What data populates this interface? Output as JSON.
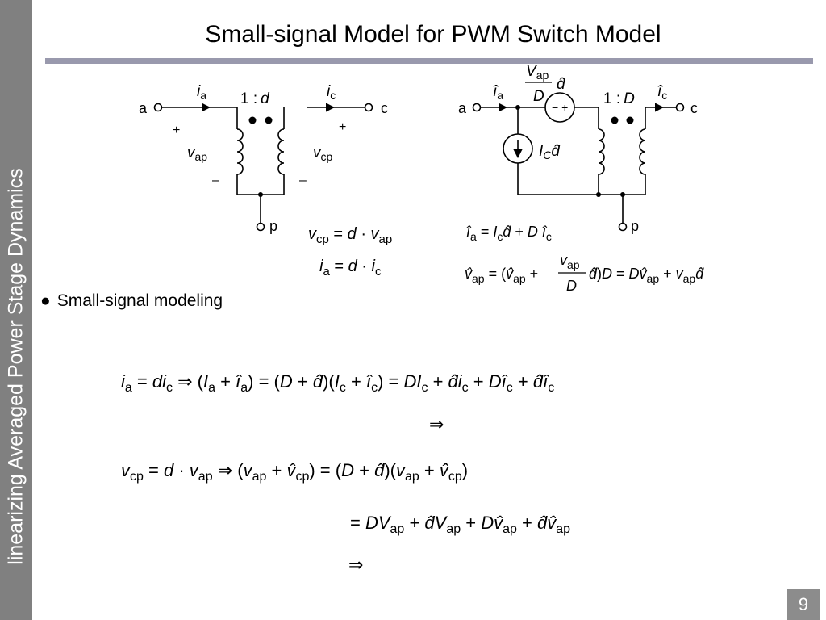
{
  "sidebar": {
    "text": "linearizing Averaged Power Stage Dynamics"
  },
  "title": "Small-signal Model for PWM Switch Model",
  "page_number": "9",
  "bullet": {
    "marker": "●",
    "text": "Small-signal modeling"
  },
  "left_circuit": {
    "terminal_a": "a",
    "terminal_c": "c",
    "terminal_p": "p",
    "current_a": "i",
    "current_a_sub": "a",
    "current_c": "i",
    "current_c_sub": "c",
    "ratio_prefix": "1 :",
    "ratio_var": "d",
    "v_ap": "v",
    "v_ap_sub": "ap",
    "v_cp": "v",
    "v_cp_sub": "cp",
    "plus": "+",
    "minus": "–"
  },
  "right_circuit": {
    "terminal_a": "a",
    "terminal_c": "c",
    "terminal_p": "p",
    "ratio_prefix": "1 :",
    "ratio_var": "D",
    "source_frac_num": "V",
    "source_frac_num_sub": "ap",
    "source_frac_den": "D",
    "source_d": "d",
    "source_signs": "−  +",
    "current_source_I": "I",
    "current_source_sub": "C",
    "current_source_d": "d"
  },
  "equations": {
    "vcp": "v_cp = d · v_ap",
    "ia": "i_a = d · i_c",
    "ia_small": "î_a = I_c d̂ + D î_c",
    "vap_small": "v̂_ap = (v̂_ap + (v_ap/D) d̂) D = D v̂_ap + v_ap d̂",
    "line1": "i_a = d i_c ⇒ (I_a + î_a) = (D + d̂)(I_c + î_c) = D I_c + d̂ i_c + D î_c + d̂ î_c",
    "implies1": "⇒",
    "line2": "v_cp = d · v_ap ⇒ (v_ap + v̂_cp) = (D + d̂)(v_ap + v̂_cp)",
    "line3": "= D V_ap + d̂ V_ap + D v̂_ap + d̂ v̂_ap",
    "implies2": "⇒"
  }
}
